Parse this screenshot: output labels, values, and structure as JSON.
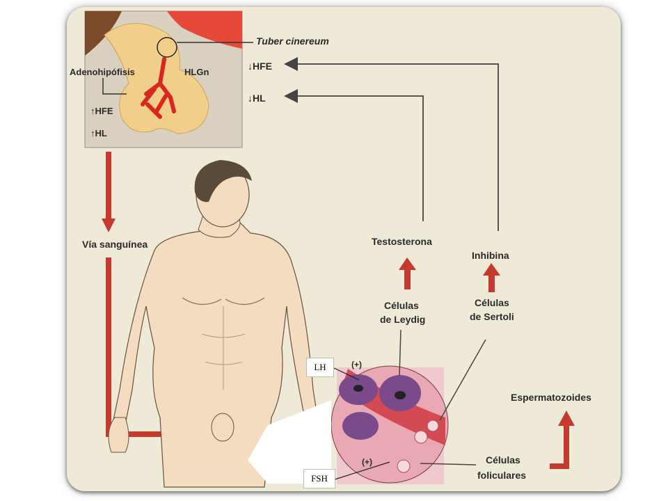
{
  "labels": {
    "tuber": "Tuber cinereum",
    "adeno": "Adenohipófisis",
    "hlgn": "HLGn",
    "hfe_left": "HFE",
    "hl_left": "HL",
    "hfe_right": "HFE",
    "hl_right": "HL",
    "via": "Vía sanguínea",
    "testosterona": "Testosterona",
    "inhibina": "Inhibina",
    "leydig_1": "Células",
    "leydig_2": "de Leydig",
    "sertoli_1": "Células",
    "sertoli_2": "de Sertoli",
    "esperma": "Espermatozoides",
    "plus_top": "(+)",
    "plus_bottom": "(+)",
    "foliculares_1": "Células",
    "foliculares_2": "foliculares"
  },
  "overlays": {
    "lh": "LH",
    "fsh": "FSH"
  },
  "colors": {
    "background": "#efe9d8",
    "arrow_red": "#c43a2e",
    "line_gray": "#5a5a5a",
    "skin": "#f3dcc0"
  }
}
